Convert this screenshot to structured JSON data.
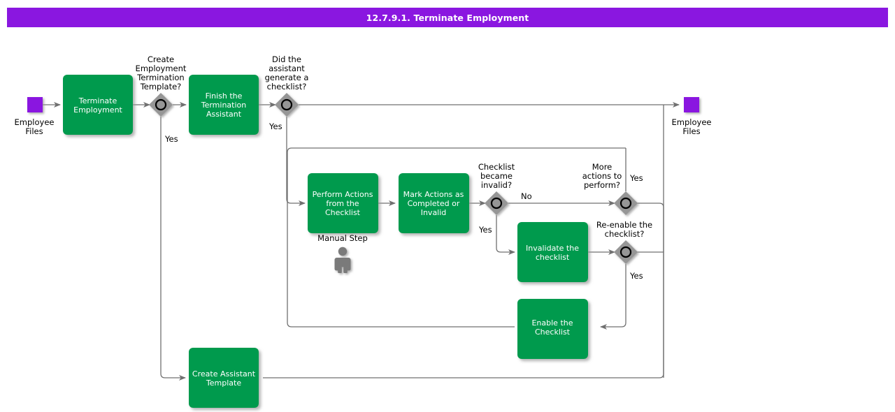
{
  "header": {
    "title": "12.7.9.1. Terminate Employment",
    "bar_color": "#8A17E0"
  },
  "theme": {
    "task_fill": "#009A4E",
    "task_text": "#ffffff",
    "gateway_fill": "#969696",
    "gateway_ring": "#000000",
    "event_fill": "#8A17E0",
    "edge_color": "#707070",
    "background": "#ffffff"
  },
  "nodes": {
    "start_event": {
      "label_line1": "Employee",
      "label_line2": "Files",
      "type": "start-event"
    },
    "end_event": {
      "label_line1": "Employee",
      "label_line2": "Files",
      "type": "end-event"
    },
    "task_terminate_employment": {
      "lines": [
        "Terminate",
        "Employment"
      ]
    },
    "task_finish_termination_assistant": {
      "lines": [
        "Finish the",
        "Termination",
        "Assistant"
      ]
    },
    "task_perform_actions": {
      "lines": [
        "Perform Actions",
        "from the",
        "Checklist"
      ],
      "annotation": "Manual Step"
    },
    "task_mark_actions": {
      "lines": [
        "Mark Actions as",
        "Completed or",
        "Invalid"
      ]
    },
    "task_invalidate_checklist": {
      "lines": [
        "Invalidate the",
        "checklist"
      ]
    },
    "task_enable_checklist": {
      "lines": [
        "Enable the",
        "Checklist"
      ]
    },
    "task_create_assistant_template": {
      "lines": [
        "Create Assistant",
        "Template"
      ]
    },
    "gateway_create_template": {
      "lines": [
        "Create",
        "Employment",
        "Termination",
        "Template?"
      ]
    },
    "gateway_generate_checklist": {
      "lines": [
        "Did the",
        "assistant",
        "generate a",
        "checklist?"
      ]
    },
    "gateway_checklist_invalid": {
      "lines": [
        "Checklist",
        "became",
        "invalid?"
      ]
    },
    "gateway_more_actions": {
      "lines": [
        "More",
        "actions to",
        "perform?"
      ]
    },
    "gateway_reenable_checklist": {
      "lines": [
        "Re-enable the",
        "checklist?"
      ]
    }
  },
  "edge_labels": {
    "create_template_yes": "Yes",
    "generate_checklist_yes": "Yes",
    "checklist_invalid_yes": "Yes",
    "checklist_invalid_no": "No",
    "more_actions_yes": "Yes",
    "reenable_yes": "Yes"
  }
}
